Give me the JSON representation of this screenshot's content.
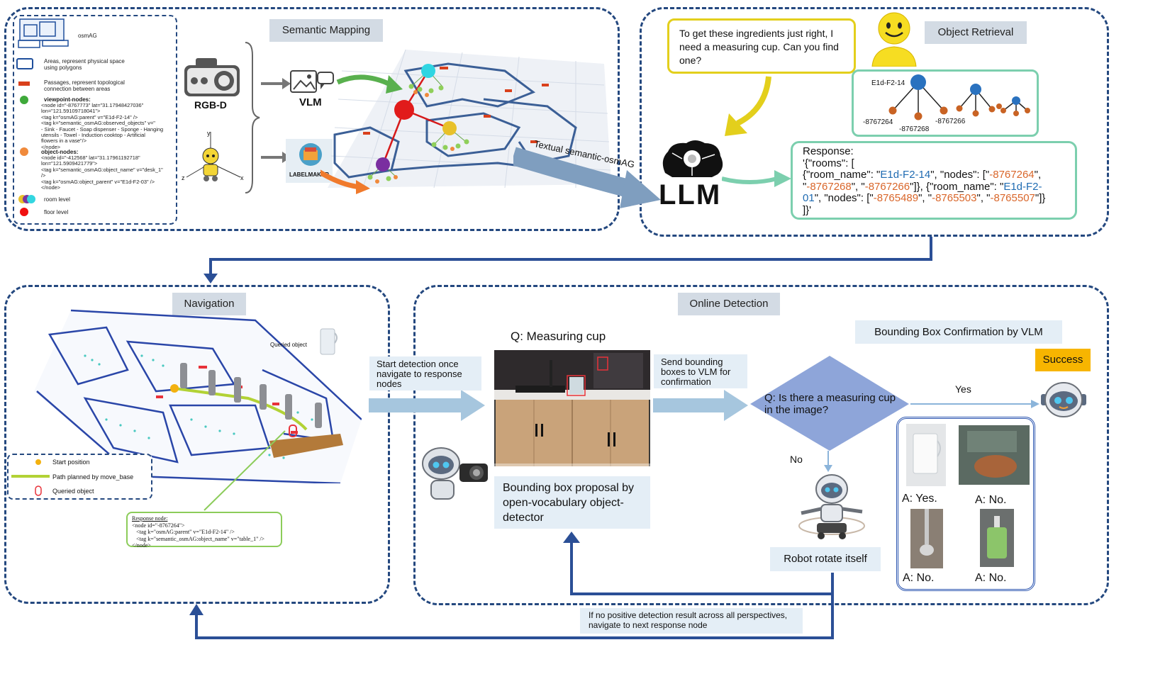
{
  "semantic_mapping": {
    "title": "Semantic Mapping",
    "legend": {
      "osmag": "osmAG",
      "areas": "Areas, represent physical space\nusing polygons",
      "passages": "Passages, represent topological\nconnection between areas",
      "viewpoint_title": "viewpoint-nodes:",
      "viewpoint_code": "<node id=\"-8767773\" lat=\"31.17948427036\"\nlon=\"121.59109718041\">\n<tag k=\"osmAG:parent\" v=\"E1d-F2-14\" />\n<tag k=\"semantic_osmAG:observed_objects\" v=\"\n- Sink -  Faucet - Soap dispenser - Sponge - Hanging\nutensils - Towel  - Induction cooktop - Artificial\nflowers in a vase\"/>\n</node>",
      "object_title": "object-nodes:",
      "object_code": "<node id=\"-412568\" lat=\"31.17961192718\"\nlon=\"121.5909421779\">\n<tag k=\"semantic_osmAG:object_name\" v=\"desk_1\"\n/>\n<tag k=\"osmAG:object_parent\" v=\"E1d-F2-03\" />\n</node>",
      "room_level": "room level",
      "floor_level": "floor level"
    },
    "rgbd": "RGB-D",
    "vlm": "VLM",
    "labelmaker": "LABELMAKER",
    "axes": {
      "x": "x",
      "y": "y",
      "z": "z"
    },
    "textual_label": "Textual semantic-osmAG"
  },
  "object_retrieval": {
    "title": "Object Retrieval",
    "query": "To get these ingredients just right, I need a measuring cup. Can you find one?",
    "tree_root": "E1d-F2-14",
    "tree_leaves": [
      "-8767264",
      "-8767268",
      "-8767266"
    ],
    "llm": "LLM",
    "response_title": "Response:",
    "response_lines": [
      [
        {
          "t": "'{\"rooms\": [",
          "c": ""
        }
      ],
      [
        {
          "t": "{\"room_name\": \"",
          "c": ""
        },
        {
          "t": "E1d-F2-14",
          "c": "b"
        },
        {
          "t": "\", \"nodes\": [\"",
          "c": ""
        },
        {
          "t": "-8767264",
          "c": "o"
        },
        {
          "t": "\",",
          "c": ""
        }
      ],
      [
        {
          "t": "\"",
          "c": ""
        },
        {
          "t": "-8767268",
          "c": "o"
        },
        {
          "t": "\", \"",
          "c": ""
        },
        {
          "t": "-8767266",
          "c": "o"
        },
        {
          "t": "\"]}, {\"room_name\": \"",
          "c": ""
        },
        {
          "t": "E1d-F2-",
          "c": "b"
        }
      ],
      [
        {
          "t": "01",
          "c": "b"
        },
        {
          "t": "\", \"nodes\": [\"",
          "c": ""
        },
        {
          "t": "-8765489",
          "c": "o"
        },
        {
          "t": "\", \"",
          "c": ""
        },
        {
          "t": "-8765503",
          "c": "o"
        },
        {
          "t": "\", \"",
          "c": ""
        },
        {
          "t": "-8765507",
          "c": "o"
        },
        {
          "t": "\"]}",
          "c": ""
        }
      ],
      [
        {
          "t": "]}'",
          "c": ""
        }
      ]
    ]
  },
  "navigation": {
    "title": "Navigation",
    "queried_object": "Queried object",
    "legend": {
      "start": "Start position",
      "path": "Path planned by move_base",
      "queried": "Queried object"
    },
    "response_node_title": "Response node:",
    "response_node_lines": [
      "<node id=\"-8767264\">",
      "<tag k=\"osmAG:parent\" v=\"E1d-F2-14\" />",
      "<tag k=\"semantic_osmAG:object_name\" v=\"table_1\" />",
      "</node>"
    ]
  },
  "online_detection": {
    "title": "Online Detection",
    "start_detection": "Start detection once navigate to response nodes",
    "question": "Q: Measuring cup",
    "proposal": "Bounding box proposal by open-vocabulary object-detector",
    "send_boxes": "Send bounding boxes to VLM for confirmation",
    "vlm_question": "Q: Is there a measuring cup in the image?",
    "confirmation_title": "Bounding Box Confirmation by VLM",
    "yes": "Yes",
    "no": "No",
    "success": "Success",
    "rotate": "Robot rotate itself",
    "answers": [
      "A: Yes.",
      "A: No.",
      "A: No.",
      "A: No."
    ]
  },
  "feedback": "If no positive detection result across all perspectives, navigate to next response node",
  "colors": {
    "panel_border": "#24487f",
    "flow_arrow": "#2b4f96",
    "big_arrow": "#a6c6de",
    "diamond": "#8ea5d9",
    "success": "#f7b500",
    "query_border": "#e3cf1c",
    "tree_border": "#7ccfae",
    "room_blue": "#1f6bb2",
    "node_orange": "#d9662a"
  }
}
